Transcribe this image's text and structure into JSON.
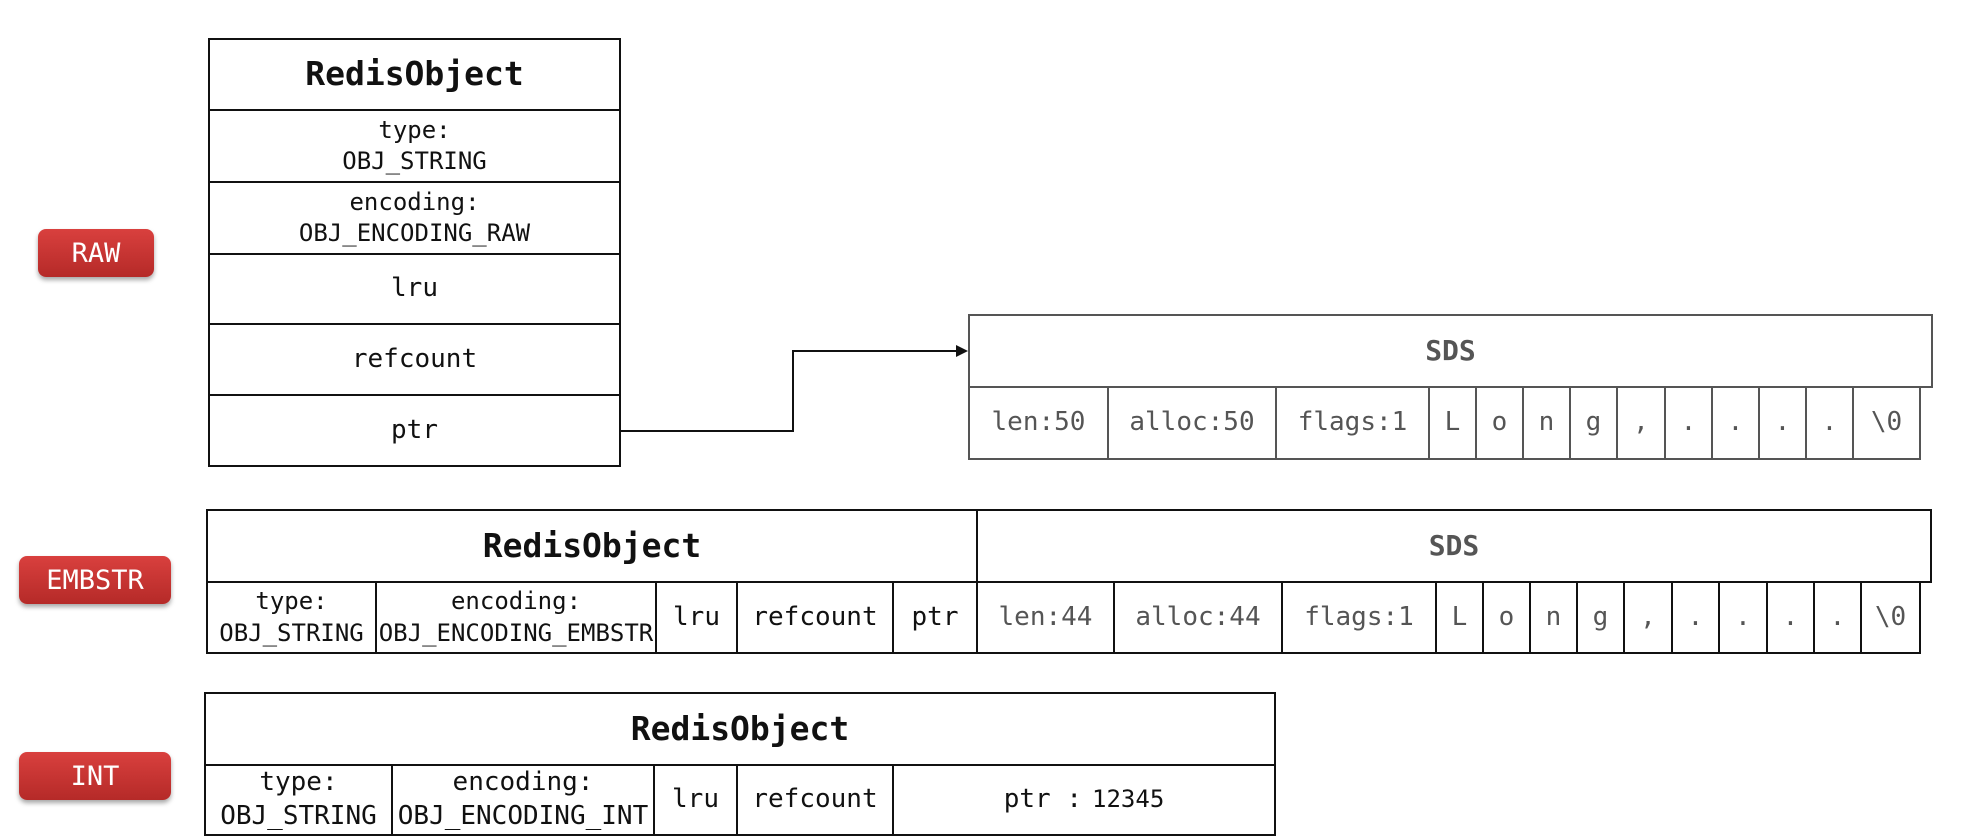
{
  "labels": {
    "raw": "RAW",
    "embstr": "EMBSTR",
    "int": "INT"
  },
  "raw": {
    "title": "RedisObject",
    "type": "type:\nOBJ_STRING",
    "encoding": "encoding:\nOBJ_ENCODING_RAW",
    "lru": "lru",
    "refcount": "refcount",
    "ptr": "ptr",
    "sds": {
      "title": "SDS",
      "len": "len:50",
      "alloc": "alloc:50",
      "flags": "flags:1",
      "chars": [
        "L",
        "o",
        "n",
        "g",
        ",",
        ".",
        ".",
        ".",
        ".",
        "\\0"
      ]
    }
  },
  "embstr": {
    "title": "RedisObject",
    "type": "type:\nOBJ_STRING",
    "encoding": "encoding:\nOBJ_ENCODING_EMBSTR",
    "lru": "lru",
    "refcount": "refcount",
    "ptr": "ptr",
    "sds": {
      "title": "SDS",
      "len": "len:44",
      "alloc": "alloc:44",
      "flags": "flags:1",
      "chars": [
        "L",
        "o",
        "n",
        "g",
        ",",
        ".",
        ".",
        ".",
        ".",
        "\\0"
      ]
    }
  },
  "int": {
    "title": "RedisObject",
    "type": "type:\nOBJ_STRING",
    "encoding": "encoding:\nOBJ_ENCODING_INT",
    "lru": "lru",
    "refcount": "refcount",
    "ptr_label": "ptr :",
    "ptr_value": "12345"
  }
}
